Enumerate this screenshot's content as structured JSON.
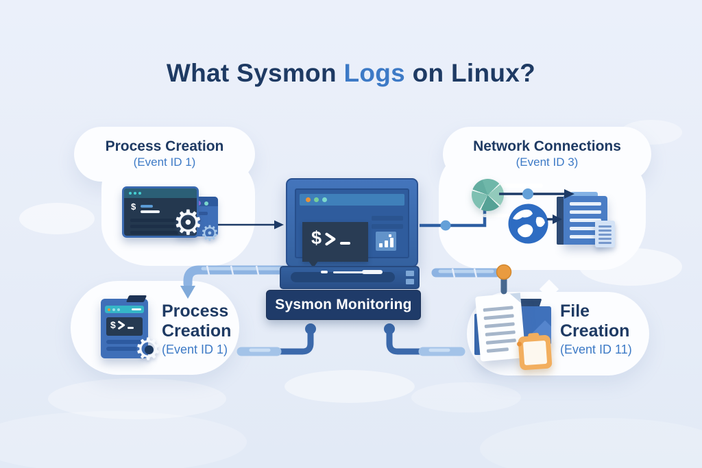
{
  "title": {
    "pre": "What Sysmon ",
    "highlight": "Logs",
    "post": " on Linux?"
  },
  "banner": {
    "label": "Sysmon Monitoring"
  },
  "glyphs": {
    "dollar": "$",
    "gear": "⚙"
  },
  "bubbles": {
    "top_left": {
      "title": "Process Creation",
      "subtitle": "(Event ID 1)"
    },
    "top_right": {
      "title": "Network Connections",
      "subtitle": "(Event ID 3)"
    },
    "bottom_left": {
      "title": "Process Creation",
      "subtitle": "(Event ID 1)"
    },
    "bottom_right": {
      "title": "File Creation",
      "subtitle": "(Event ID 11)"
    }
  },
  "colors": {
    "background": "#e9eef8",
    "navy_text": "#1e3a63",
    "accent_blue": "#3d7ac6",
    "banner_bg": "#1f3b69",
    "bubble_white": "#fcfdff",
    "pipe_blue": "#8db3e2",
    "node_orange": "#e99b40",
    "teal": "#35b6c7"
  }
}
